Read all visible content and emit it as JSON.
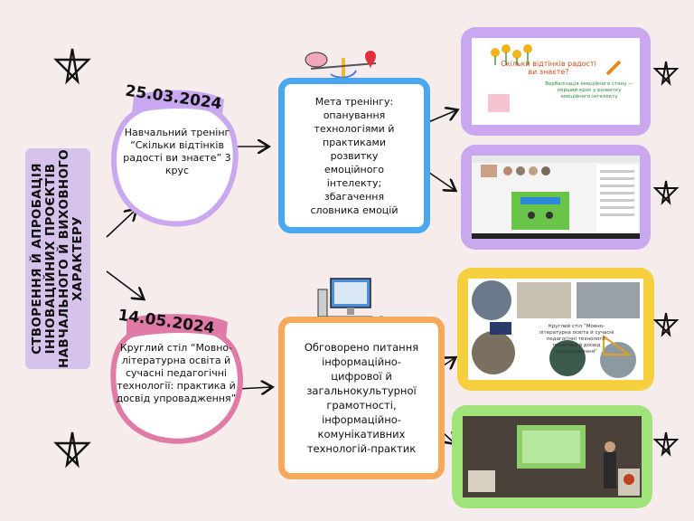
{
  "title": "Створення й апробація інноваційних проєктів навчального й виховного характеру",
  "events": [
    {
      "date": "25.03.2024",
      "description": "Навчальний тренінг “Скільки відтінків радості ви знаєте” 3 крус",
      "goal": "Мета тренінгу: опанування технологіями й практиками розвитку емоційного інтелекту; збагачення словника емоцій"
    },
    {
      "date": "14.05.2024",
      "description": "Круглий стіл “Мовно-літературна освіта й сучасні педагогічні технології: практика й досвід упровадження”",
      "goal": "Обговорено питання інформаційно-цифрової й загальнокультурної грамотності, інформаційно-комунікативних технологій-практик"
    }
  ],
  "slides": {
    "slide1_title": "Скільки відтінків радості ви знаєте?",
    "slide1_sub": "Вербалізація емоційного стану — перший крок у розвитку емоційного інтелекту",
    "slide3_caption": "Круглий стіл “Мовно-літературна освіта й сучасні педагогічні технології: практика й досвід впровадження”"
  },
  "colors": {
    "lilac": "#c9a8ef",
    "pink": "#e07aa6",
    "blue": "#4aa6ee",
    "orange": "#f6a95a",
    "yellow": "#f6cf3f",
    "green": "#9fe37a"
  }
}
